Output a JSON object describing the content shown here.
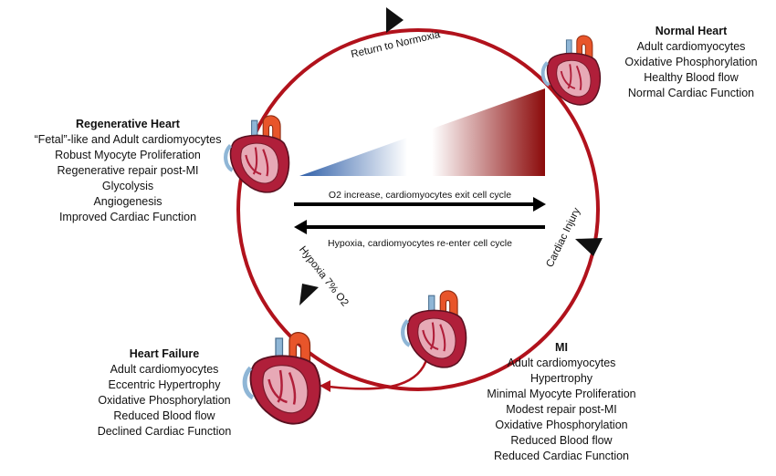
{
  "normal_heart": {
    "title": "Normal Heart",
    "lines": [
      "Adult cardiomyocytes",
      "Oxidative Phosphorylation",
      "Healthy Blood flow",
      "Normal Cardiac Function"
    ]
  },
  "regenerative_heart": {
    "title": "Regenerative Heart",
    "lines": [
      "“Fetal”-like and Adult cardiomyocytes",
      "Robust Myocyte Proliferation",
      "Regenerative repair post-MI",
      "Glycolysis",
      "Angiogenesis",
      "Improved Cardiac Function"
    ]
  },
  "mi": {
    "title": "MI",
    "lines": [
      "Adult cardiomyocytes",
      "Hypertrophy",
      "Minimal Myocyte Proliferation",
      "Modest repair post-MI",
      "Oxidative Phosphorylation",
      "Reduced Blood flow",
      "Reduced Cardiac Function"
    ]
  },
  "heart_failure": {
    "title": "Heart Failure",
    "lines": [
      "Adult cardiomyocytes",
      "Eccentric Hypertrophy",
      "Oxidative Phosphorylation",
      "Reduced Blood flow",
      "Declined Cardiac Function"
    ]
  },
  "cycle_labels": {
    "return_to_normoxia": "Return to Normoxia",
    "cardiac_injury": "Cardiac Injury",
    "hypoxia": "Hypoxia 7% O2"
  },
  "arrows": {
    "o2_increase": "O2 increase, cardiomyocytes exit cell cycle",
    "hypoxia": "Hypoxia, cardiomyocytes re-enter cell cycle"
  },
  "colors": {
    "cycle": "#b1121c",
    "gradient_blue": "#2f5fa8",
    "gradient_red": "#8b0a0a",
    "heart_red": "#b01f3a",
    "heart_pink": "#e7a9b6",
    "vessel_blue": "#8fb6d6",
    "aorta_orange": "#e8552a"
  }
}
